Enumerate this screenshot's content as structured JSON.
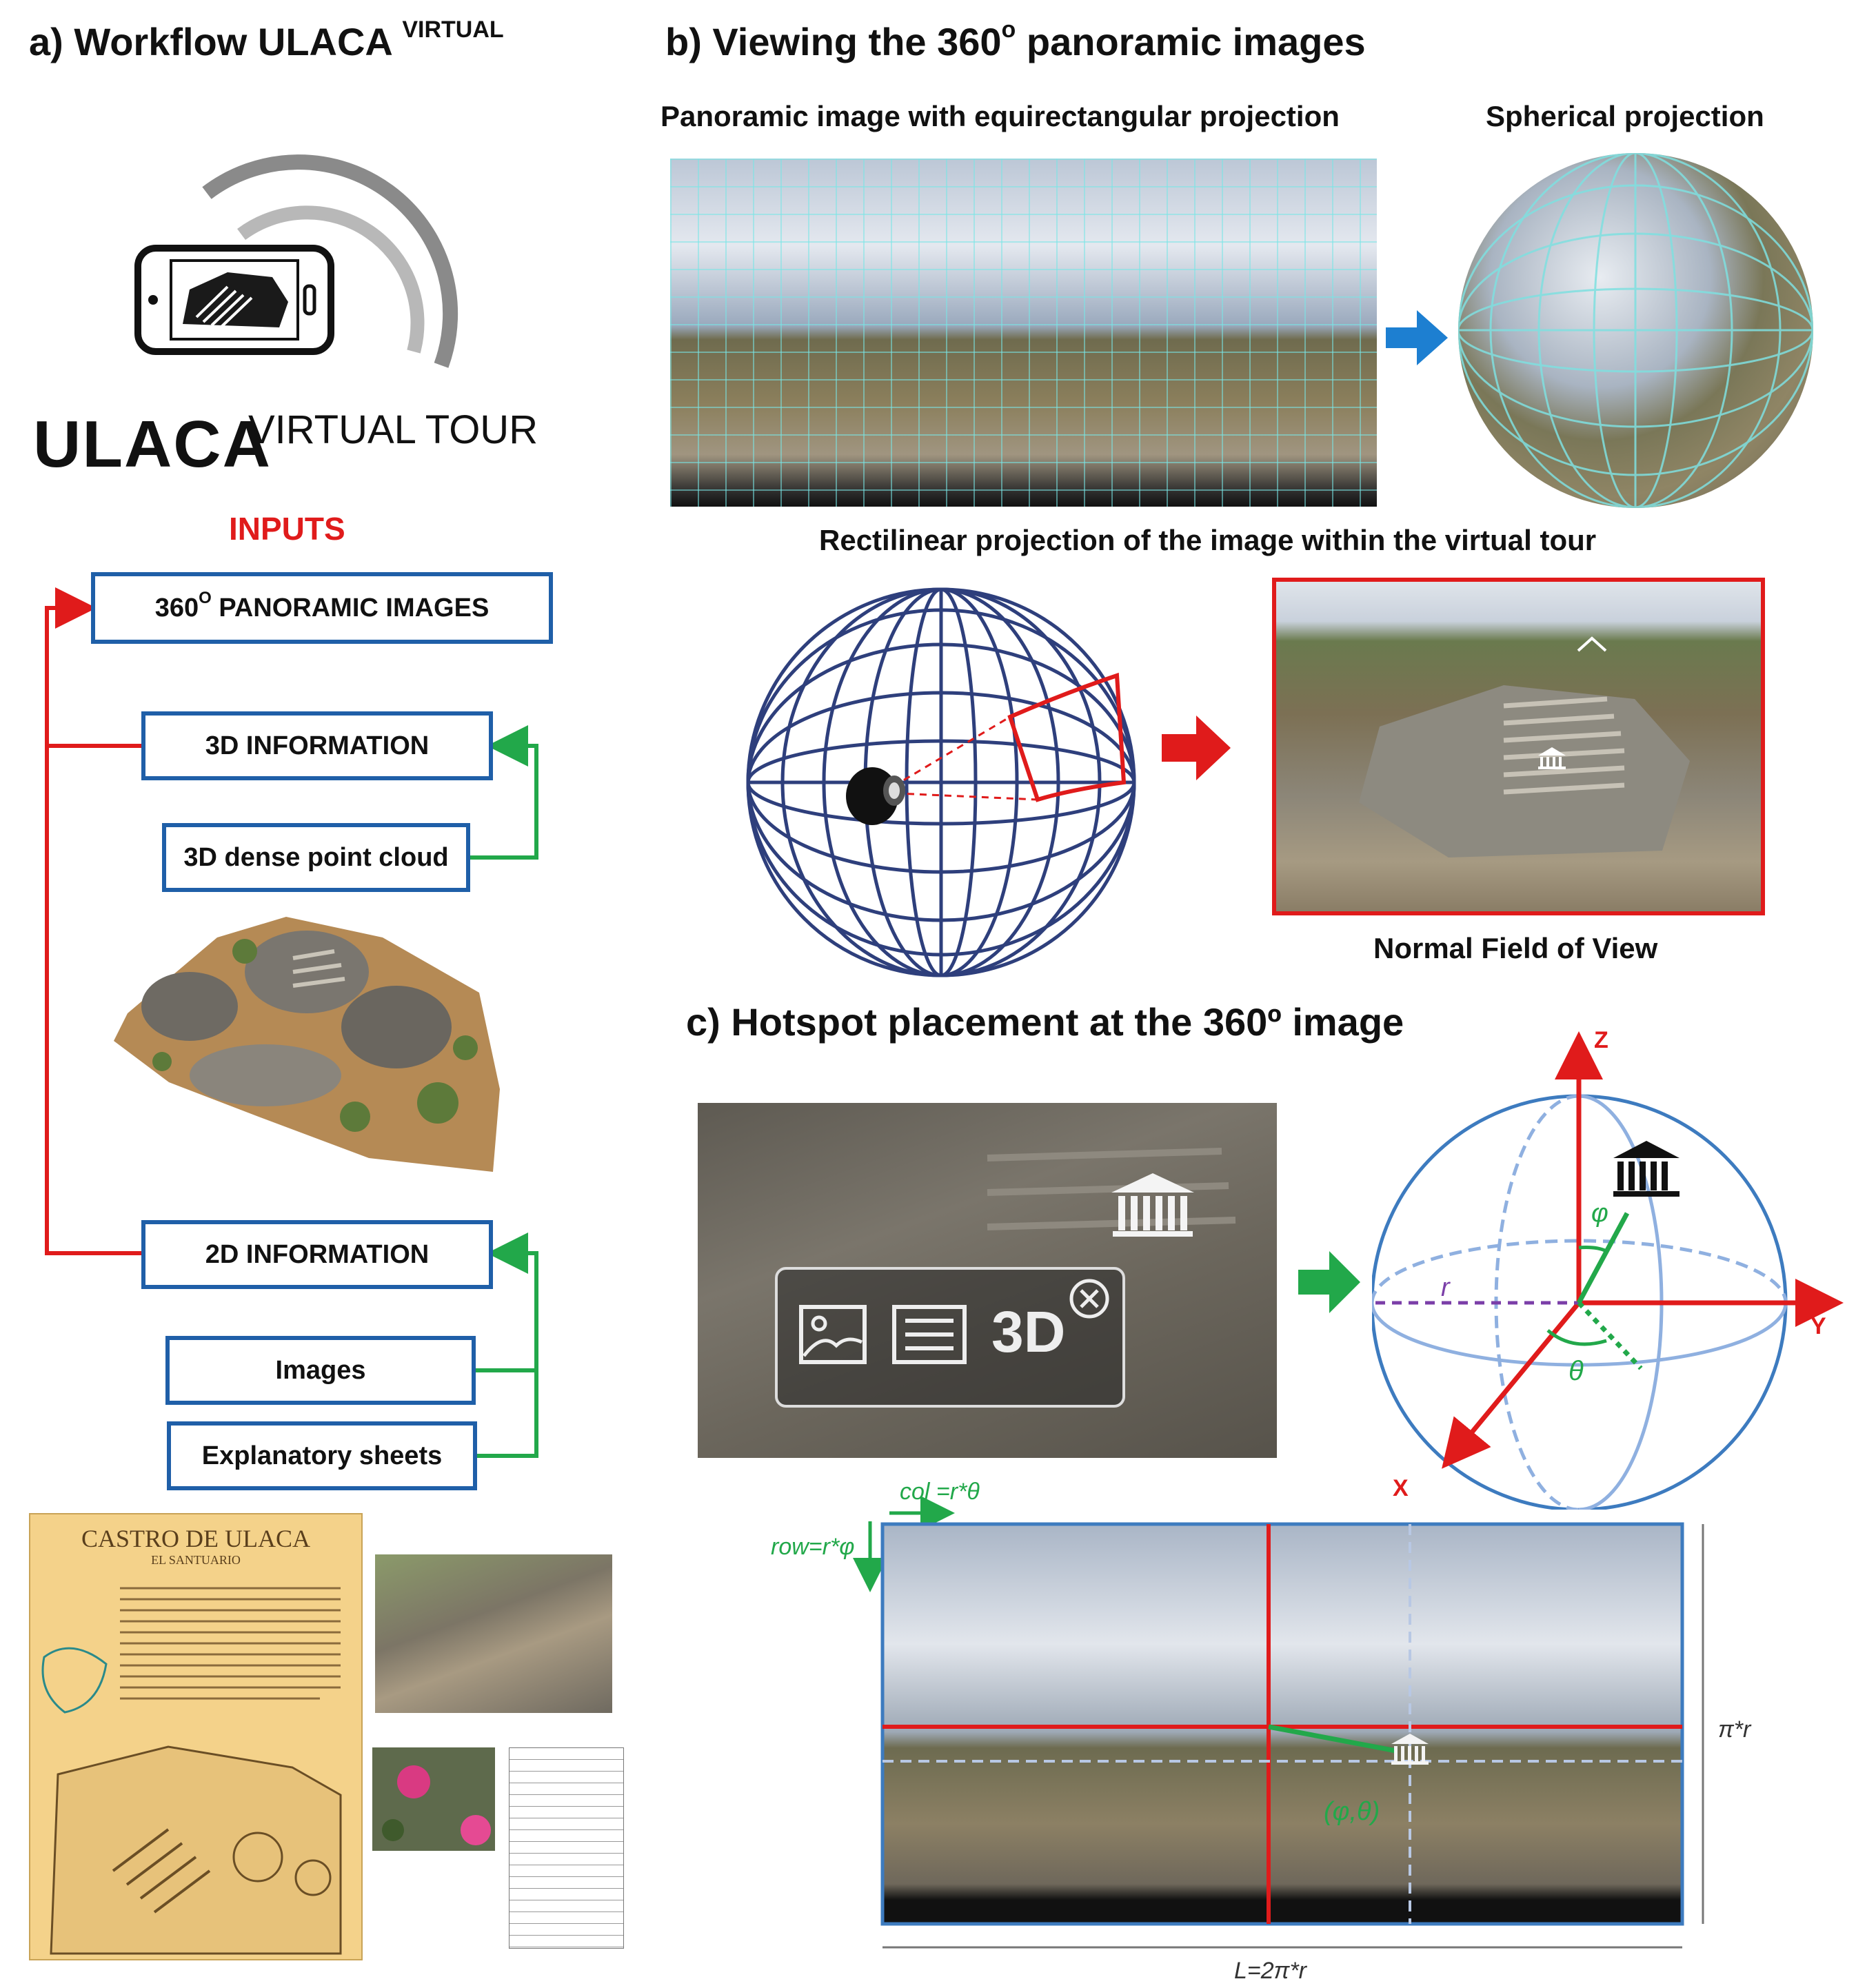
{
  "panel_a": {
    "title": "a) Workflow ULACA",
    "title_sup": "VIRTUAL",
    "logo_main": "ULACA",
    "logo_sub": "VIRTUAL TOUR",
    "inputs_label": "INPUTS",
    "box_panoramic_main": "360",
    "box_panoramic_sup": "O",
    "box_panoramic_rest": " PANORAMIC IMAGES",
    "box_3d_info": "3D INFORMATION",
    "box_3d_cloud": "3D dense point cloud",
    "box_2d_info": "2D INFORMATION",
    "box_images": "Images",
    "box_sheets": "Explanatory sheets",
    "sheet_title": "CASTRO DE ULACA",
    "sheet_subtitle": "EL SANTUARIO"
  },
  "panel_b": {
    "title_main": "b) Viewing the 360",
    "title_sup": "o",
    "title_rest": " panoramic images",
    "equirect_label": "Panoramic image with equirectangular projection",
    "spherical_label": "Spherical projection",
    "rectilinear_label": "Rectilinear projection of the image within the virtual tour",
    "fov_label": "Normal Field of View"
  },
  "panel_c": {
    "title": "c) Hotspot placement at the 360º image",
    "hotspot_3d_label": "3D",
    "axis_z": "Z",
    "axis_y": "Y",
    "axis_x": "X",
    "label_r": "r",
    "label_phi": "φ",
    "label_theta": "θ",
    "col_formula": "col =r*θ",
    "row_formula": "row=r*φ",
    "height_formula": "π*r",
    "length_formula": "L=2π*r",
    "point_label": "(φ,θ)"
  },
  "colors": {
    "box_border": "#1f5fa8",
    "red": "#e01b1b",
    "green": "#22a84a",
    "blue_arrow": "#1d7fd1"
  }
}
